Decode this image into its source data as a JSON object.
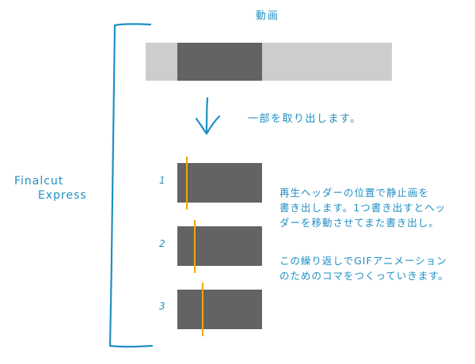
{
  "video_label": "動画",
  "extract_note": "一部を取り出します。",
  "app_name": {
    "line1": "Finalcut",
    "line2": "Express"
  },
  "frames": [
    {
      "number": "1",
      "playhead_fraction": 0.1
    },
    {
      "number": "2",
      "playhead_fraction": 0.2
    },
    {
      "number": "3",
      "playhead_fraction": 0.29
    }
  ],
  "process_note": [
    "再生ヘッダーの位置で静止画を",
    "書き出します。1つ書き出すとヘッ",
    "ダーを移動させてまた書き出し。"
  ],
  "gif_note": [
    "この繰り返しでGIFアニメーション",
    "のためのコマをつくっていきます。"
  ],
  "colors": {
    "accent": "#1f8fc4",
    "playhead": "#f2a800",
    "frame": "#636363",
    "timeline": "#cdcdcd"
  }
}
